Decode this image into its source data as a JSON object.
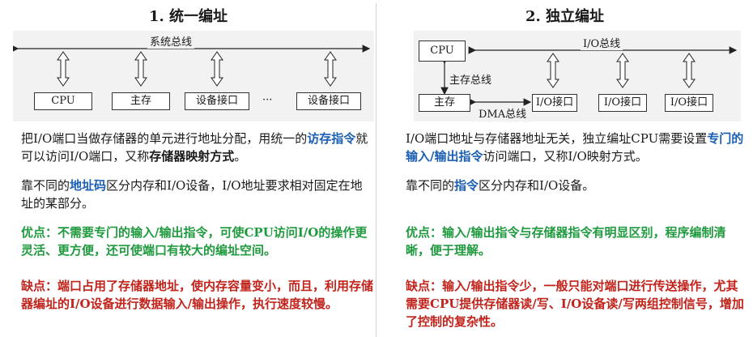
{
  "left": {
    "title": "1. 统一编址",
    "diagram": {
      "bus_label": "系统总线",
      "boxes": [
        "CPU",
        "主存",
        "设备接口",
        "···",
        "设备接口"
      ]
    },
    "p1": {
      "a": "把I/O端口当做存储器的单元进行地址分配，用统一的",
      "b": "访存指令",
      "c": "就可以访问I/O端口，又称",
      "d": "存储器映射方式",
      "e": "。"
    },
    "p2": {
      "a": "靠不同的",
      "b": "地址码",
      "c": "区分内存和I/O设备，I/O地址要求相对固定在地址的某部分。"
    },
    "pros": "优点：不需要专门的输入/输出指令，可使CPU访问I/O的操作更灵活、更方便，还可使端口有较大的编址空间。",
    "cons": "缺点：端口占用了存储器地址，使内存容量变小，而且，利用存储器编址的I/O设备进行数据输入/输出操作，执行速度较慢。"
  },
  "right": {
    "title": "2. 独立编址",
    "diagram": {
      "cpu": "CPU",
      "io_bus_label": "I/O总线",
      "mem_bus_label": "主存总线",
      "mem": "主存",
      "dma_label": "DMA总线",
      "io_ports": [
        "I/O接口",
        "I/O接口",
        "I/O接口"
      ]
    },
    "p1": {
      "a": "I/O端口地址与存储器地址无关，独立编址CPU需要设置",
      "b": "专门的输入/输出指令",
      "c": "访问端口，又称I/O映射方式。"
    },
    "p2": {
      "a": "靠不同的",
      "b": "指令",
      "c": "区分内存和I/O设备。"
    },
    "pros": "优点：输入/输出指令与存储器指令有明显区别，程序编制清晰，便于理解。",
    "cons": "缺点：输入/输出指令少，一般只能对端口进行传送操作，尤其需要CPU提供存储器读/写、I/O设备读/写两组控制信号，增加了控制的复杂性。"
  }
}
